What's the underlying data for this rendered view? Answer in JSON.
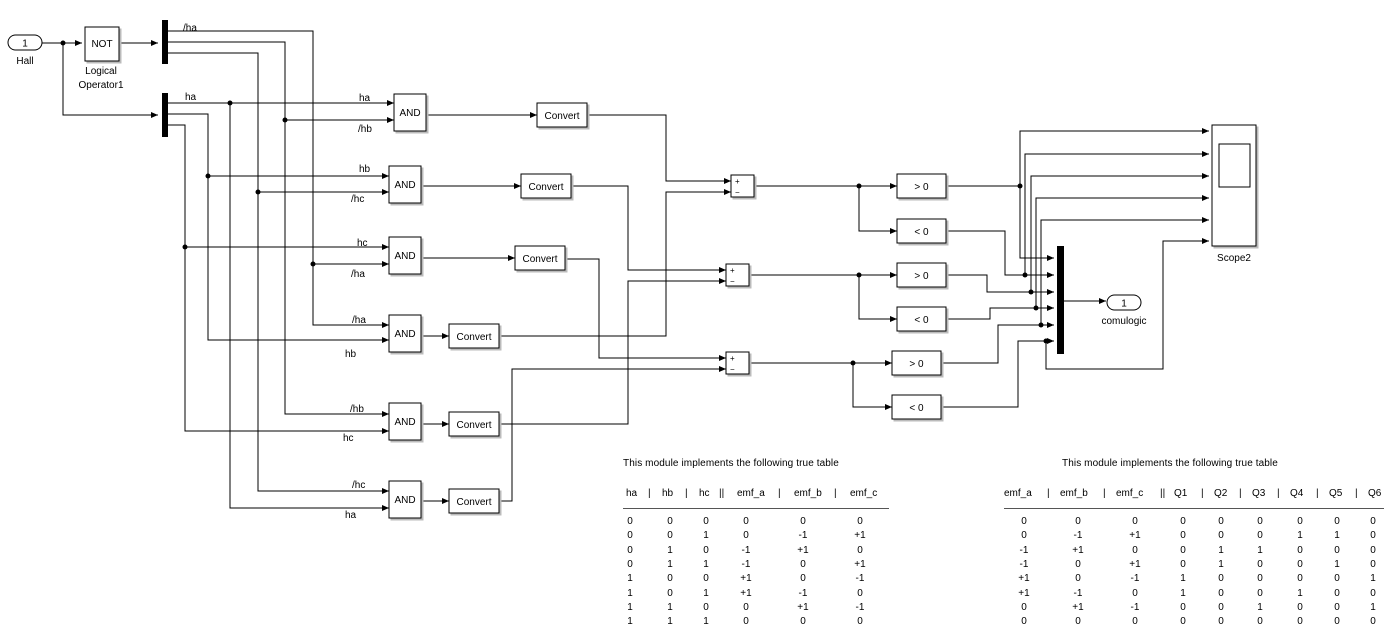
{
  "inport": {
    "number": "1",
    "name": "Hall"
  },
  "outport": {
    "number": "1",
    "name": "comulogic"
  },
  "not_block": {
    "label": "NOT",
    "name": "Logical\nOperator1"
  },
  "scope": {
    "name": "Scope2"
  },
  "demux_labels": {
    "inverted": "/ha",
    "plain": "ha"
  },
  "and_label": "AND",
  "convert_label": "Convert",
  "ands": [
    {
      "in1": "ha",
      "in2": "/hb"
    },
    {
      "in1": "hb",
      "in2": "/hc"
    },
    {
      "in1": "hc",
      "in2": "/ha"
    },
    {
      "in1": "/ha",
      "in2": "hb"
    },
    {
      "in1": "/hb",
      "in2": "hc"
    },
    {
      "in1": "/hc",
      "in2": "ha"
    }
  ],
  "sum_signs": [
    "+",
    "−"
  ],
  "compares": [
    "> 0",
    "< 0",
    "> 0",
    "< 0",
    "> 0",
    "< 0"
  ],
  "table1": {
    "caption": "This module implements the following true table",
    "headers": [
      "ha",
      "hb",
      "hc",
      "emf_a",
      "emf_b",
      "emf_c"
    ],
    "rows": [
      [
        "0",
        "0",
        "0",
        "0",
        "0",
        "0"
      ],
      [
        "0",
        "0",
        "1",
        "0",
        "-1",
        "+1"
      ],
      [
        "0",
        "1",
        "0",
        "-1",
        "+1",
        "0"
      ],
      [
        "0",
        "1",
        "1",
        "-1",
        "0",
        "+1"
      ],
      [
        "1",
        "0",
        "0",
        "+1",
        "0",
        "-1"
      ],
      [
        "1",
        "0",
        "1",
        "+1",
        "-1",
        "0"
      ],
      [
        "1",
        "1",
        "0",
        "0",
        "+1",
        "-1"
      ],
      [
        "1",
        "1",
        "1",
        "0",
        "0",
        "0"
      ]
    ]
  },
  "table2": {
    "caption": "This module implements the following true table",
    "headers": [
      "emf_a",
      "emf_b",
      "emf_c",
      "Q1",
      "Q2",
      "Q3",
      "Q4",
      "Q5",
      "Q6"
    ],
    "rows": [
      [
        "0",
        "0",
        "0",
        "0",
        "0",
        "0",
        "0",
        "0",
        "0"
      ],
      [
        "0",
        "-1",
        "+1",
        "0",
        "0",
        "0",
        "1",
        "1",
        "0"
      ],
      [
        "-1",
        "+1",
        "0",
        "0",
        "1",
        "1",
        "0",
        "0",
        "0"
      ],
      [
        "-1",
        "0",
        "+1",
        "0",
        "1",
        "0",
        "0",
        "1",
        "0"
      ],
      [
        "+1",
        "0",
        "-1",
        "1",
        "0",
        "0",
        "0",
        "0",
        "1"
      ],
      [
        "+1",
        "-1",
        "0",
        "1",
        "0",
        "0",
        "1",
        "0",
        "0"
      ],
      [
        "0",
        "+1",
        "-1",
        "0",
        "0",
        "1",
        "0",
        "0",
        "1"
      ],
      [
        "0",
        "0",
        "0",
        "0",
        "0",
        "0",
        "0",
        "0",
        "0"
      ]
    ]
  }
}
